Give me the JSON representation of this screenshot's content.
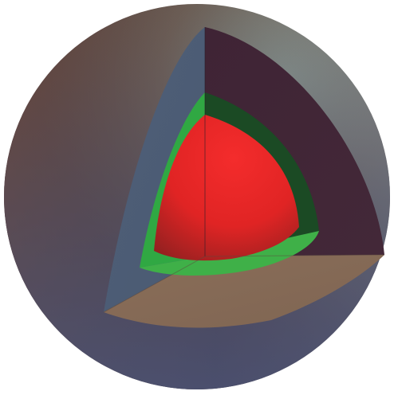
{
  "diagram": {
    "kind": "sphere-cutaway",
    "layers": [
      {
        "name": "outer-shell",
        "color_light": "#7e8a86",
        "color_dark": "#2e2330"
      },
      {
        "name": "mantle",
        "color_left": "#4d5d74",
        "color_right": "#3e2536",
        "color_bottom": "#8a6e58"
      },
      {
        "name": "outer-core",
        "color_light": "#3fb048",
        "color_dark": "#1b4a24"
      },
      {
        "name": "inner-core",
        "color_light": "#f12a2a",
        "color_dark": "#8f2020"
      }
    ],
    "background": "#ffffff"
  }
}
